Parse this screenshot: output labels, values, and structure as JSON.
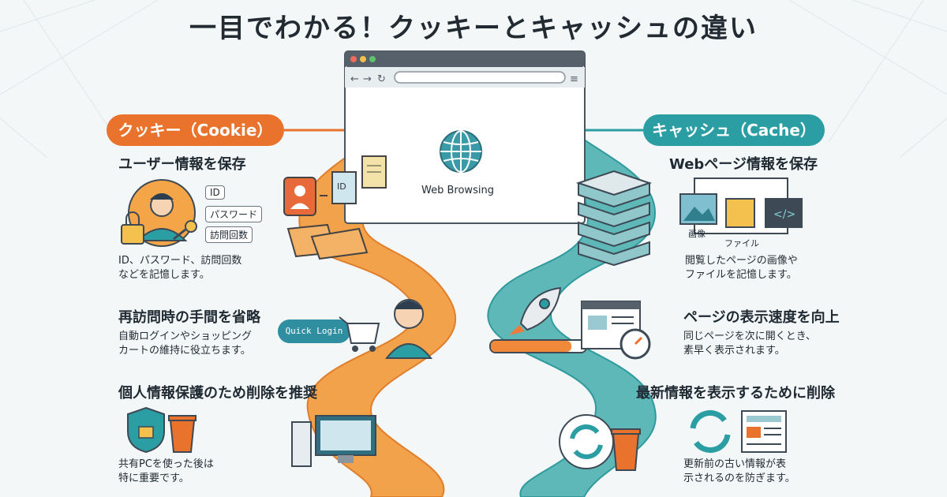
{
  "title": "一目でわかる！クッキーとキャッシュの違い",
  "browser": {
    "label": "Web Browsing"
  },
  "cookie": {
    "pill": "クッキー（Cookie）",
    "color": "#e9732c",
    "section1": {
      "heading": "ユーザー情報を保存",
      "tags": [
        "ID",
        "パスワード",
        "訪問回数"
      ],
      "desc": [
        "ID、パスワード、訪問回数",
        "などを記憶します。"
      ]
    },
    "section2": {
      "heading": "再訪問時の手間を省略",
      "button": "Quick Login",
      "desc": [
        "自動ログインやショッピング",
        "カートの維持に役立ちます。"
      ]
    },
    "section3": {
      "heading": "個人情報保護のため削除を推奨",
      "desc": [
        "共有PCを使った後は",
        "特に重要です。"
      ]
    }
  },
  "cache": {
    "pill": "キャッシュ（Cache）",
    "color": "#2b9ea3",
    "section1": {
      "heading": "Webページ情報を保存",
      "label_image": "画像",
      "label_file": "ファイル",
      "desc": [
        "閲覧したページの画像や",
        "ファイルを記憶します。"
      ]
    },
    "section2": {
      "heading": "ページの表示速度を向上",
      "desc": [
        "同じページを次に開くとき、",
        "素早く表示されます。"
      ]
    },
    "section3": {
      "heading": "最新情報を表示するために削除",
      "desc": [
        "更新前の古い情報が表",
        "示されるのを防ぎます。"
      ]
    }
  }
}
